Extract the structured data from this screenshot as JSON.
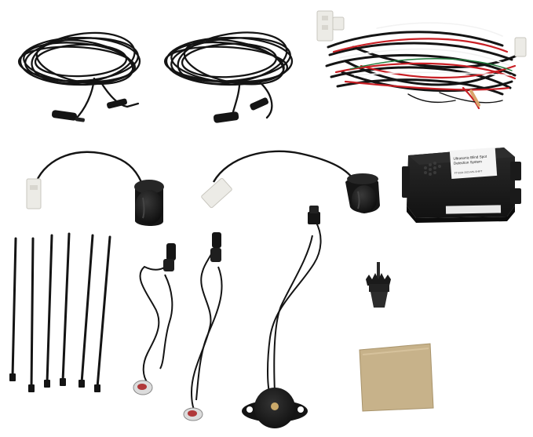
{
  "product": {
    "module_label_line1": "Ultrasonic Blind Spot",
    "module_label_line2": "Detection System",
    "module_serial": "FT-BSD-2023-MS-SHIFT"
  },
  "colors": {
    "background": "#ffffff",
    "cable_black": "#141414",
    "wire_red": "#c81e24",
    "wire_white": "#f2f2f2",
    "connector_white": "#ecebe6",
    "module_body": "#1b1b1b",
    "foam_pad": "#c7b28a"
  },
  "items": [
    {
      "name": "extension-cable",
      "count": 2
    },
    {
      "name": "wiring-harness",
      "count": 1
    },
    {
      "name": "control-module",
      "count": 1
    },
    {
      "name": "ultrasonic-sensor",
      "count": 2
    },
    {
      "name": "cable-tie",
      "count": 6
    },
    {
      "name": "led-indicator",
      "count": 2
    },
    {
      "name": "buzzer",
      "count": 1
    },
    {
      "name": "hole-saw-bit",
      "count": 1
    },
    {
      "name": "adhesive-pad",
      "count": 1
    }
  ]
}
